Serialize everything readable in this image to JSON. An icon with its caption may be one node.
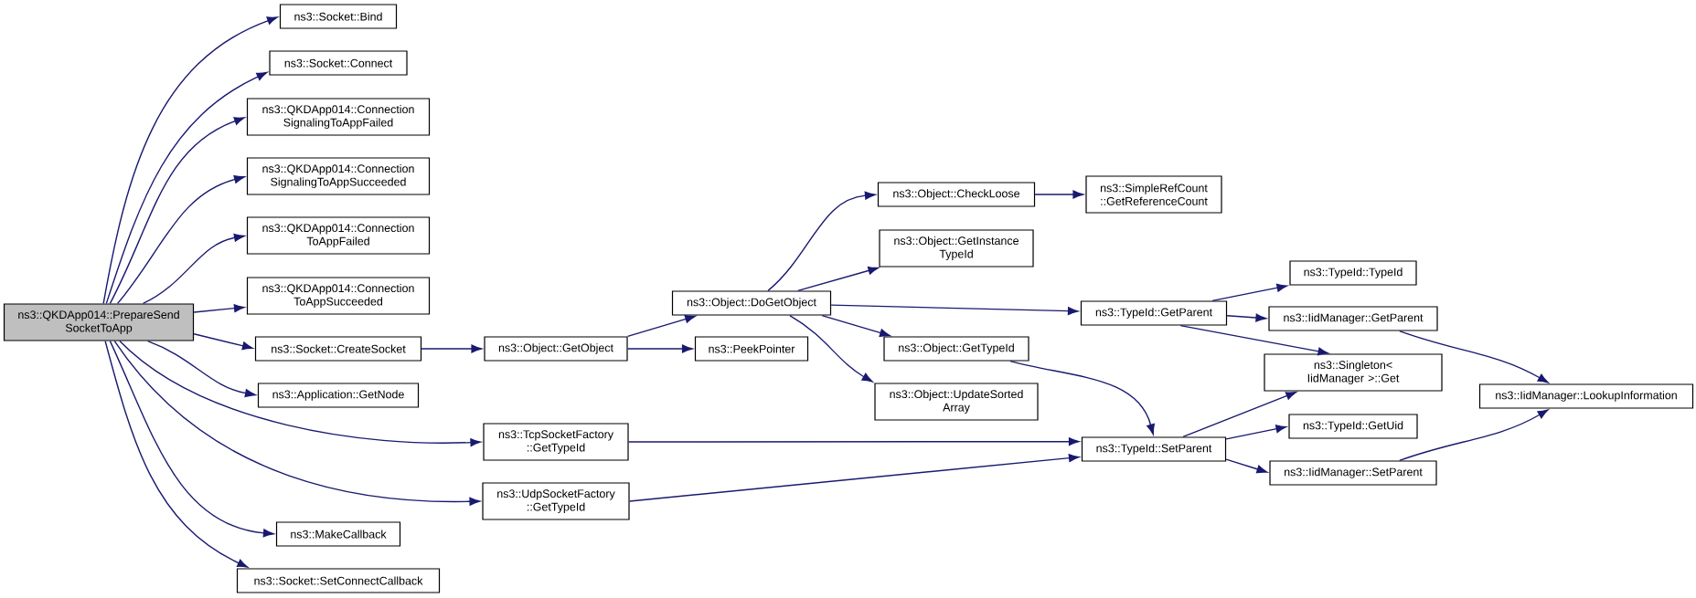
{
  "diagram": {
    "nodes": [
      {
        "text": [
          "ns3::QKDApp014::PrepareSend SocketToApp"
        ]
      },
      {
        "text": [
          "ns3::Socket::Bind"
        ]
      },
      {
        "text": [
          "ns3::Socket::Connect"
        ]
      },
      {
        "text": [
          "ns3::QKDApp014::Connection SignalingToAppFailed"
        ]
      },
      {
        "text": [
          "ns3::QKDApp014::Connection SignalingToAppSucceeded"
        ]
      },
      {
        "text": [
          "ns3::QKDApp014::Connection ToAppFailed"
        ]
      },
      {
        "text": [
          "ns3::QKDApp014::Connection ToAppSucceeded"
        ]
      },
      {
        "text": [
          "ns3::Socket::CreateSocket"
        ]
      },
      {
        "text": [
          "ns3::Application::GetNode"
        ]
      },
      {
        "text": [
          "ns3::TcpSocketFactory ::GetTypeId"
        ]
      },
      {
        "text": [
          "ns3::UdpSocketFactory ::GetTypeId"
        ]
      },
      {
        "text": [
          "ns3::MakeCallback"
        ]
      },
      {
        "text": [
          "ns3::Socket::SetConnectCallback"
        ]
      },
      {
        "text": [
          "ns3::Object::GetObject"
        ]
      },
      {
        "text": [
          "ns3::PeekPointer"
        ]
      },
      {
        "text": [
          "ns3::Object::DoGetObject"
        ]
      },
      {
        "text": [
          "ns3::Object::CheckLoose"
        ]
      },
      {
        "text": [
          "ns3::Object::GetInstance TypeId"
        ]
      },
      {
        "text": [
          "ns3::Object::GetTypeId"
        ]
      },
      {
        "text": [
          "ns3::Object::UpdateSorted Array"
        ]
      },
      {
        "text": [
          "ns3::SimpleRefCount ::GetReferenceCount"
        ]
      },
      {
        "text": [
          "ns3::TypeId::GetParent"
        ]
      },
      {
        "text": [
          "ns3::TypeId::SetParent"
        ]
      },
      {
        "text": [
          "ns3::TypeId::TypeId"
        ]
      },
      {
        "text": [
          "ns3::IidManager::GetParent"
        ]
      },
      {
        "text": [
          "ns3::Singleton< IidManager >::Get"
        ]
      },
      {
        "text": [
          "ns3::TypeId::GetUid"
        ]
      },
      {
        "text": [
          "ns3::IidManager::SetParent"
        ]
      },
      {
        "text": [
          "ns3::IidManager::LookupInformation"
        ]
      }
    ],
    "edges": [
      {
        "from": 0,
        "to": 1,
        "arrow": "to"
      },
      {
        "from": 0,
        "to": 2,
        "arrow": "to"
      },
      {
        "from": 0,
        "to": 3,
        "arrow": "to"
      },
      {
        "from": 0,
        "to": 4,
        "arrow": "to"
      },
      {
        "from": 0,
        "to": 5,
        "arrow": "to"
      },
      {
        "from": 0,
        "to": 6,
        "arrow": "to"
      },
      {
        "from": 0,
        "to": 7,
        "arrow": "to"
      },
      {
        "from": 0,
        "to": 8,
        "arrow": "to"
      },
      {
        "from": 0,
        "to": 9,
        "arrow": "to"
      },
      {
        "from": 0,
        "to": 10,
        "arrow": "to"
      },
      {
        "from": 0,
        "to": 11,
        "arrow": "to"
      },
      {
        "from": 0,
        "to": 12,
        "arrow": "to"
      },
      {
        "from": 7,
        "to": 13,
        "arrow": "to"
      },
      {
        "from": 13,
        "to": 15,
        "arrow": "to"
      },
      {
        "from": 13,
        "to": 14,
        "arrow": "to"
      },
      {
        "from": 15,
        "to": 16,
        "arrow": "to"
      },
      {
        "from": 15,
        "to": 17,
        "arrow": "to"
      },
      {
        "from": 15,
        "to": 21,
        "arrow": "to"
      },
      {
        "from": 15,
        "to": 18,
        "arrow": "to"
      },
      {
        "from": 15,
        "to": 19,
        "arrow": "to"
      },
      {
        "from": 16,
        "to": 20,
        "arrow": "to"
      },
      {
        "from": 9,
        "to": 22,
        "arrow": "to"
      },
      {
        "from": 10,
        "to": 22,
        "arrow": "to"
      },
      {
        "from": 18,
        "to": 22,
        "arrow": "to"
      },
      {
        "from": 21,
        "to": 23,
        "arrow": "to"
      },
      {
        "from": 21,
        "to": 24,
        "arrow": "to"
      },
      {
        "from": 21,
        "to": 25,
        "arrow": "to"
      },
      {
        "from": 22,
        "to": 25,
        "arrow": "to"
      },
      {
        "from": 22,
        "to": 26,
        "arrow": "to"
      },
      {
        "from": 22,
        "to": 27,
        "arrow": "to"
      },
      {
        "from": 24,
        "to": 28,
        "arrow": "to"
      },
      {
        "from": 27,
        "to": 28,
        "arrow": "to"
      }
    ]
  }
}
